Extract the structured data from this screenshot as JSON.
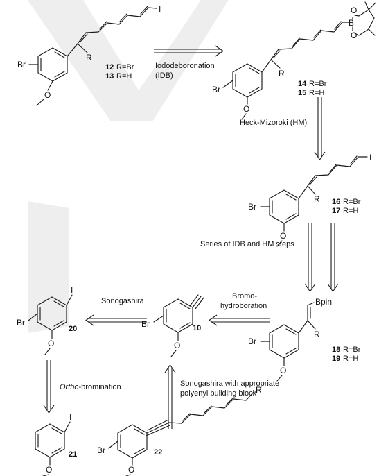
{
  "compounds": [
    {
      "id": "c12",
      "number": "12",
      "text": "R=Br"
    },
    {
      "id": "c13",
      "number": "13",
      "text": "R=H"
    },
    {
      "id": "c14",
      "number": "14",
      "text": "R=Br"
    },
    {
      "id": "c15",
      "number": "15",
      "text": "R=H"
    },
    {
      "id": "c16",
      "number": "16",
      "text": "R=Br"
    },
    {
      "id": "c17",
      "number": "17",
      "text": "R=H"
    },
    {
      "id": "c18",
      "number": "18",
      "text": "R=Br"
    },
    {
      "id": "c19",
      "number": "19",
      "text": "R=H"
    },
    {
      "id": "c10",
      "number": "10",
      "text": ""
    },
    {
      "id": "c20",
      "number": "20",
      "text": ""
    },
    {
      "id": "c21",
      "number": "21",
      "text": ""
    },
    {
      "id": "c22",
      "number": "22",
      "text": ""
    }
  ],
  "reactions": {
    "idb_line1": "Iododeboronation",
    "idb_line2": "(IDB)",
    "hm": "Heck-Mizoroki (HM)",
    "series": "Series of IDB and HM steps",
    "bromo_line1": "Bromo-",
    "bromo_line2": "hydroboration",
    "sonogashira": "Sonogashira",
    "ortho_italic": "Ortho",
    "ortho_rest": "-bromination",
    "sono2_line1": "Sonogashira with appropriate",
    "sono2_line2": "polyenyl building block"
  },
  "atoms": {
    "br": "Br",
    "r": "R",
    "i": "I",
    "o": "O",
    "b": "B",
    "bpin": "Bpin"
  },
  "colors": {
    "ink": "#1a1a1a",
    "watermark": "#eeeeee"
  }
}
